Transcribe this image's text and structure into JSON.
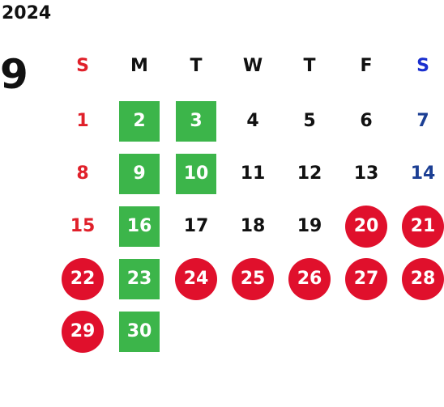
{
  "calendar": {
    "year": "2024",
    "month": "9",
    "weekdays": [
      "S",
      "M",
      "T",
      "W",
      "T",
      "F",
      "S"
    ],
    "colors": {
      "sunday": "#e0202a",
      "saturday": "#1c3f94",
      "green_highlight": "#3cb54a",
      "red_highlight": "#e0102c"
    },
    "weeks": [
      [
        {
          "day": "1",
          "style": "sun"
        },
        {
          "day": "2",
          "style": "green"
        },
        {
          "day": "3",
          "style": "green"
        },
        {
          "day": "4",
          "style": "plain"
        },
        {
          "day": "5",
          "style": "plain"
        },
        {
          "day": "6",
          "style": "plain"
        },
        {
          "day": "7",
          "style": "sat"
        }
      ],
      [
        {
          "day": "8",
          "style": "sun"
        },
        {
          "day": "9",
          "style": "green"
        },
        {
          "day": "10",
          "style": "green"
        },
        {
          "day": "11",
          "style": "plain"
        },
        {
          "day": "12",
          "style": "plain"
        },
        {
          "day": "13",
          "style": "plain"
        },
        {
          "day": "14",
          "style": "sat"
        }
      ],
      [
        {
          "day": "15",
          "style": "sun"
        },
        {
          "day": "16",
          "style": "green"
        },
        {
          "day": "17",
          "style": "plain"
        },
        {
          "day": "18",
          "style": "plain"
        },
        {
          "day": "19",
          "style": "plain"
        },
        {
          "day": "20",
          "style": "red"
        },
        {
          "day": "21",
          "style": "red"
        }
      ],
      [
        {
          "day": "22",
          "style": "red"
        },
        {
          "day": "23",
          "style": "green"
        },
        {
          "day": "24",
          "style": "red"
        },
        {
          "day": "25",
          "style": "red"
        },
        {
          "day": "26",
          "style": "red"
        },
        {
          "day": "27",
          "style": "red"
        },
        {
          "day": "28",
          "style": "red"
        }
      ],
      [
        {
          "day": "29",
          "style": "red"
        },
        {
          "day": "30",
          "style": "green"
        },
        null,
        null,
        null,
        null,
        null
      ]
    ]
  }
}
